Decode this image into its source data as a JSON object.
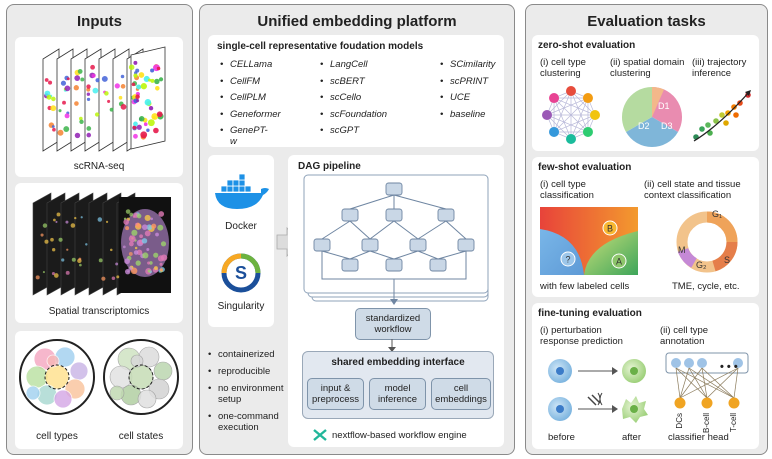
{
  "inputs": {
    "title": "Inputs",
    "scrna_label": "scRNA-seq",
    "spatial_label": "Spatial transcriptomics",
    "cell_types_label": "cell types",
    "cell_states_label": "cell states"
  },
  "platform": {
    "title": "Unified embedding platform",
    "models_title": "single-cell representative foudation models",
    "models_col1": [
      "CELLama",
      "CellFM",
      "CellPLM",
      "Geneformer",
      "GenePT-w"
    ],
    "models_col2": [
      "LangCell",
      "scBERT",
      "scCello",
      "scFoundation",
      "scGPT"
    ],
    "models_col3": [
      "SCimilarity",
      "scPRINT",
      "UCE",
      "baseline"
    ],
    "docker_label": "Docker",
    "singularity_label": "Singularity",
    "dag_title": "DAG pipeline",
    "standardized_workflow": "standardized workflow",
    "interface_title": "shared embedding interface",
    "interface_boxes": [
      "input & preprocess",
      "model inference",
      "cell embeddings"
    ],
    "features": [
      "containerized",
      "reproducible",
      "no environment setup",
      "one-command execution"
    ],
    "nextflow_label": "nextflow-based workflow engine"
  },
  "evaluation": {
    "title": "Evaluation tasks",
    "zero_shot": {
      "title": "zero-shot evaluation",
      "col1": "(i) cell type clustering",
      "col2": "(ii) spatial domain clustering",
      "col3": "(iii) trajectory inference",
      "pie_labels": [
        "D1",
        "D2",
        "D3"
      ]
    },
    "few_shot": {
      "title": "few-shot evaluation",
      "col1": "(i) cell type classification",
      "col2": "(ii) cell state and tissue context classification",
      "region_labels": [
        "B",
        "?",
        "A"
      ],
      "ring_labels": [
        "G₁",
        "M",
        "G₂",
        "S"
      ],
      "caption1": "with few labeled cells",
      "caption2": "TME, cycle, etc."
    },
    "fine_tune": {
      "title": "fine-tuning evaluation",
      "col1": "(i) perturbation response prediction",
      "col2": "(ii) cell type annotation",
      "dots": "• • •",
      "classes": [
        "DCs",
        "B-cell",
        "T-cell"
      ],
      "before": "before",
      "after": "after",
      "classifier": "classifier head"
    }
  }
}
